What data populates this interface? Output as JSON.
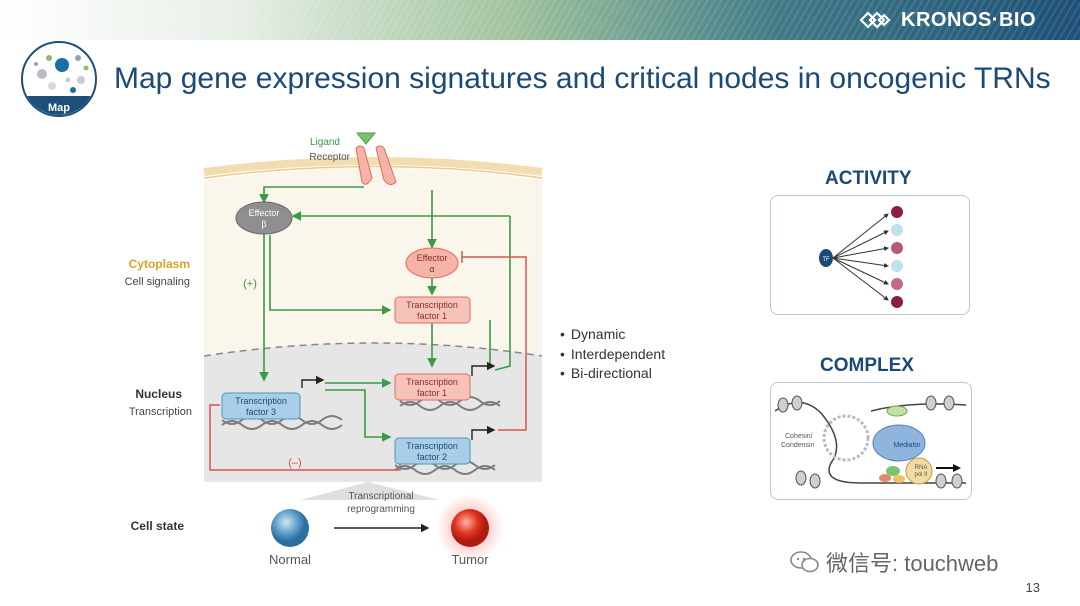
{
  "brand": {
    "name": "KRONOS·BIO"
  },
  "badge": {
    "label": "Map"
  },
  "title": "Map gene expression signatures and critical nodes in oncogenic TRNs",
  "diagram": {
    "ligand": "Ligand",
    "receptor": "Receptor",
    "effector_beta": [
      "Effector",
      "β"
    ],
    "effector_alpha": [
      "Effector",
      "α"
    ],
    "tf1_cyto": [
      "Transcription",
      "factor 1"
    ],
    "tf1_nuc": [
      "Transcription",
      "factor 1"
    ],
    "tf2": [
      "Transcription",
      "factor 2"
    ],
    "tf3": [
      "Transcription",
      "factor 3"
    ],
    "plus": "(+)",
    "minus": "(–)",
    "cytoplasm": "Cytoplasm",
    "cell_signaling": "Cell signaling",
    "nucleus": "Nucleus",
    "transcription": "Transcription",
    "cell_state": "Cell state",
    "reprog": [
      "Transcriptional",
      "reprogramming"
    ],
    "normal": "Normal",
    "tumor": "Tumor"
  },
  "bullets": [
    "Dynamic",
    "Interdependent",
    "Bi-directional"
  ],
  "activity": {
    "title": "ACTIVITY",
    "tf": "TF"
  },
  "complex": {
    "title": "COMPLEX",
    "cohesin": [
      "Cohesin/",
      "Condensin"
    ],
    "mediator": "Mediator",
    "rna": [
      "RNA",
      "pol II"
    ]
  },
  "watermark": "微信号: touchweb",
  "page_number": "13",
  "colors": {
    "title": "#1c4a78",
    "accent_red": "#d9534f",
    "green_arrow": "#3a9a45",
    "panel_border": "#b9c7d8"
  }
}
